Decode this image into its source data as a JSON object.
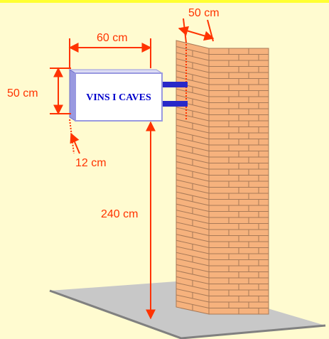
{
  "sign": {
    "text": "VINS I CAVES"
  },
  "dimensions": {
    "depth_top": "50 cm",
    "width": "60 cm",
    "height": "50 cm",
    "thickness": "12 cm",
    "mount_height": "240 cm"
  },
  "colors": {
    "background": "#fffbd0",
    "dimension": "#ff3300",
    "brick": "#f6b27d",
    "mortar": "#a87a58",
    "sign_face": "#ffffff",
    "sign_side": "#9999e0",
    "sign_text": "#0000cc",
    "bracket": "#2828c8",
    "ground": "#c8c8c8",
    "ground_edge": "#808080"
  }
}
